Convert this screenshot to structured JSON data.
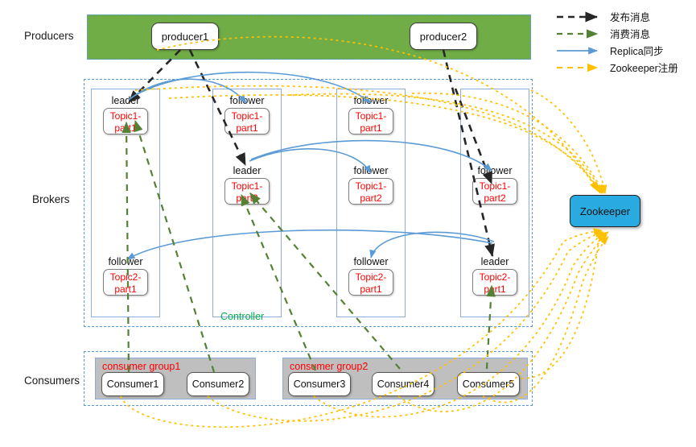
{
  "rows": {
    "producers_label": "Producers",
    "brokers_label": "Brokers",
    "consumers_label": "Consumers"
  },
  "producers": {
    "items": [
      {
        "name": "producer1",
        "label": "producer1"
      },
      {
        "name": "producer2",
        "label": "producer2"
      }
    ]
  },
  "brokers": {
    "controller_label": "Controller",
    "columns": [
      {
        "id": "broker1",
        "slots": [
          {
            "role": "leader",
            "partition": "Topic1-part1"
          },
          {
            "role": "follower",
            "partition": "Topic2-part1"
          }
        ]
      },
      {
        "id": "broker2",
        "slots": [
          {
            "role": "follower",
            "partition": "Topic1-part1"
          },
          {
            "role": "leader",
            "partition": "Topic1-part2"
          }
        ]
      },
      {
        "id": "broker3",
        "slots": [
          {
            "role": "follower",
            "partition": "Topic1-part1"
          },
          {
            "role": "follower",
            "partition": "Topic1-part2"
          },
          {
            "role": "follower",
            "partition": "Topic2-part1"
          }
        ]
      },
      {
        "id": "broker4",
        "slots": [
          {
            "role": "follower",
            "partition": "Topic1-part2"
          },
          {
            "role": "leader",
            "partition": "Topic2-part1"
          }
        ]
      }
    ]
  },
  "consumers": {
    "groups": [
      {
        "title": "consumer group1",
        "members": [
          "Consumer1",
          "Consumer2"
        ]
      },
      {
        "title": "consumer group2",
        "members": [
          "Consumer3",
          "Consumer4",
          "Consumer5"
        ]
      }
    ]
  },
  "zookeeper": {
    "label": "Zookeeper"
  },
  "legend": {
    "items": [
      {
        "label": "发布消息",
        "color": "#262626",
        "style": "dashed"
      },
      {
        "label": "消费消息",
        "color": "#548235",
        "style": "dashed"
      },
      {
        "label": "Replica同步",
        "color": "#5B9BD5",
        "style": "solid"
      },
      {
        "label": "Zookeeper注册",
        "color": "#FFC000",
        "style": "dashed"
      }
    ]
  },
  "colors": {
    "producer_band": "#70AD47",
    "group_fill": "#BFBFBF",
    "zookeeper": "#29ABE2",
    "partition_text": "#FF0000",
    "controller_text": "#00B050",
    "publish": "#262626",
    "consume": "#548235",
    "replica": "#5B9BD5",
    "register": "#FFC000",
    "dashed_container": "#5B9BD5"
  }
}
